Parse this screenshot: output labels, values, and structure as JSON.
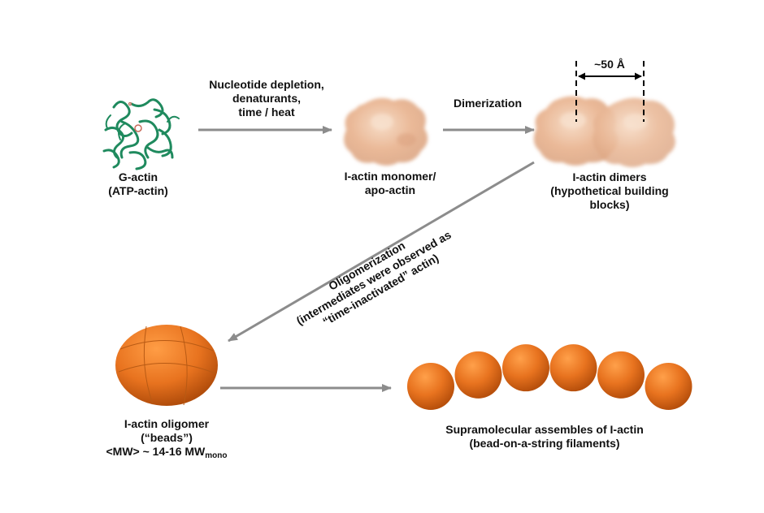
{
  "g_actin": {
    "line1": "G-actin",
    "line2": "(ATP-actin)"
  },
  "step1": {
    "line1": "Nucleotide depletion,",
    "line2": "denaturants,",
    "line3": "time / heat"
  },
  "monomer": {
    "line1": "I-actin monomer/",
    "line2": "apo-actin"
  },
  "step2": {
    "label": "Dimerization"
  },
  "dimers": {
    "line1": "I-actin dimers",
    "line2": "(hypothetical building",
    "line3": "blocks)",
    "distance": "~50 Å"
  },
  "step3": {
    "line1": "Oligomerization",
    "line2": "(intermediates were observed as",
    "line3": "“time-inactivated” actin)"
  },
  "oligomer": {
    "line1": "I-actin oligomer",
    "line2": "(“beads”)",
    "line3_main": "<MW> ~ 14-16 MW",
    "line3_sub": "mono"
  },
  "filaments": {
    "line1": "Supramolecular assembles of I-actin",
    "line2": "(bead-on-a-string filaments)",
    "bead_count": 6
  },
  "colors": {
    "arrow": "#8c8c8c",
    "protein_ribbon": "#1f8a5e",
    "blob": "#e9b898",
    "bead": "#e8731f"
  }
}
